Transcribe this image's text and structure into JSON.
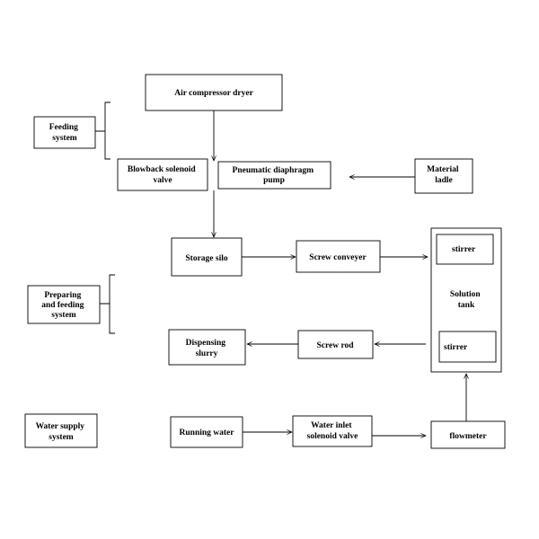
{
  "nodes": {
    "air_compressor_dryer": {
      "lines": [
        "Air compressor dryer"
      ]
    },
    "feeding_system": {
      "lines": [
        "Feeding",
        "system"
      ]
    },
    "blowback_solenoid_valve": {
      "lines": [
        "Blowback solenoid",
        "valve"
      ]
    },
    "pneumatic_diaphragm_pump": {
      "lines": [
        "Pneumatic diaphragm",
        "pump"
      ]
    },
    "material_ladle": {
      "lines": [
        "Material",
        "ladle"
      ]
    },
    "storage_silo": {
      "lines": [
        "Storage silo"
      ]
    },
    "screw_conveyer": {
      "lines": [
        "Screw conveyer"
      ]
    },
    "solution_tank": {
      "lines": [
        "Solution",
        "tank"
      ]
    },
    "stirrer_top": {
      "lines": [
        "stirrer"
      ]
    },
    "stirrer_bottom": {
      "lines": [
        "stirrer"
      ]
    },
    "preparing_feeding_system": {
      "lines": [
        "Preparing",
        "and feeding",
        "system"
      ]
    },
    "dispensing_slurry": {
      "lines": [
        "Dispensing",
        "slurry"
      ]
    },
    "screw_rod": {
      "lines": [
        "Screw rod"
      ]
    },
    "water_supply_system": {
      "lines": [
        "Water supply",
        "system"
      ]
    },
    "running_water": {
      "lines": [
        "Running water"
      ]
    },
    "water_inlet_solenoid_valve": {
      "lines": [
        "Water inlet",
        "solenoid valve"
      ]
    },
    "flowmeter": {
      "lines": [
        "flowmeter"
      ]
    }
  },
  "connections": [
    {
      "from": "air_compressor_dryer",
      "to": "pneumatic_diaphragm_pump"
    },
    {
      "from": "material_ladle",
      "to": "pneumatic_diaphragm_pump"
    },
    {
      "from": "pneumatic_diaphragm_pump",
      "to": "storage_silo"
    },
    {
      "from": "storage_silo",
      "to": "screw_conveyer"
    },
    {
      "from": "screw_conveyer",
      "to": "solution_tank"
    },
    {
      "from": "solution_tank",
      "to": "screw_rod"
    },
    {
      "from": "screw_rod",
      "to": "dispensing_slurry"
    },
    {
      "from": "running_water",
      "to": "water_inlet_solenoid_valve"
    },
    {
      "from": "water_inlet_solenoid_valve",
      "to": "flowmeter"
    },
    {
      "from": "flowmeter",
      "to": "solution_tank"
    }
  ],
  "groups": [
    {
      "label": "feeding_system",
      "members": [
        "blowback_solenoid_valve",
        "pneumatic_diaphragm_pump"
      ]
    },
    {
      "label": "preparing_feeding_system",
      "members": [
        "storage_silo",
        "screw_conveyer",
        "solution_tank",
        "screw_rod",
        "dispensing_slurry"
      ]
    }
  ]
}
